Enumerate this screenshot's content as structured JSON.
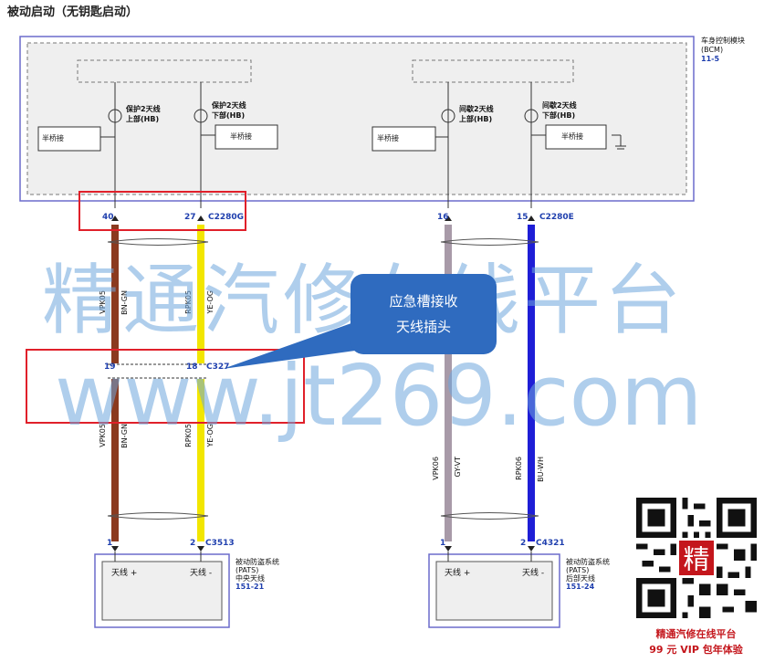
{
  "title": "被动启动（无钥匙启动）",
  "bcm": {
    "name_line1": "车身控制模块",
    "name_line2": "(BCM)",
    "ref": "11-5"
  },
  "bcm_inner": {
    "half_bridge": "半桥接",
    "front_upper": "保护2天线\n上部(HB)",
    "front_lower": "保护2天线\n下部(HB)",
    "rear_upper": "间歇2天线\n上部(HB)",
    "rear_lower": "间歇2天线\n下部(HB)"
  },
  "connectors": {
    "c2280g": {
      "pin_a": "40",
      "pin_b": "27",
      "name": "C2280G"
    },
    "c2280e": {
      "pin_a": "16",
      "pin_b": "15",
      "name": "C2280E"
    },
    "c327": {
      "pin_a": "19",
      "pin_b": "18",
      "name": "C327"
    },
    "c3513": {
      "pin_a": "1",
      "pin_b": "2",
      "name": "C3513"
    },
    "c4321": {
      "pin_a": "1",
      "pin_b": "2",
      "name": "C4321"
    }
  },
  "wires": {
    "w1_upper": {
      "circuit": "VPK05",
      "color": "BN-GN"
    },
    "w2_upper": {
      "circuit": "RPK05",
      "color": "YE-OG"
    },
    "w1_lower": {
      "circuit": "VPK05",
      "color": "BN-GN"
    },
    "w2_lower": {
      "circuit": "RPK05",
      "color": "YE-OG"
    },
    "w3": {
      "circuit": "VPK06",
      "color": "GY-VT"
    },
    "w4": {
      "circuit": "RPK06",
      "color": "BU-WH"
    }
  },
  "pats_center": {
    "line1": "被动防盗系统",
    "line2": "(PATS)",
    "line3": "中央天线",
    "ref": "151-21",
    "ant_plus": "天线 +",
    "ant_minus": "天线 -"
  },
  "pats_rear": {
    "line1": "被动防盗系统",
    "line2": "(PATS)",
    "line3": "后部天线",
    "ref": "151-24",
    "ant_plus": "天线 +",
    "ant_minus": "天线 -"
  },
  "callout": {
    "line1": "应急槽接收",
    "line2": "天线插头"
  },
  "watermark": {
    "line1": "精通汽修在线平台",
    "line2": "www.jt269.com"
  },
  "promo": {
    "qr_center": "精",
    "line1": "精通汽修在线平台",
    "line2": "99 元 VIP 包年体验"
  },
  "colors": {
    "brown": "#8b3a1f",
    "yellow": "#f2e600",
    "gray": "#a89aa8",
    "blue": "#1e1ed6",
    "highlight": "#e0202a",
    "callout": "#2f6bbf",
    "bcm_border": "#6b6bcc"
  }
}
